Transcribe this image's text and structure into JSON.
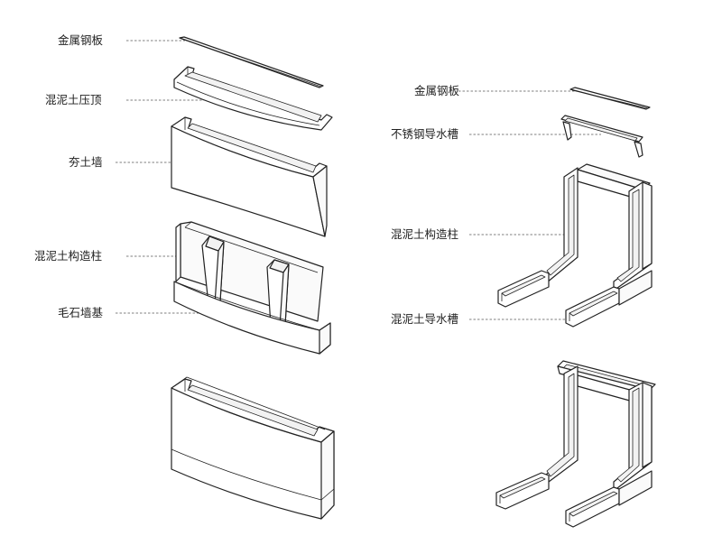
{
  "left_assembly": {
    "labels": {
      "metal_plate": "金属钢板",
      "concrete_coping": "混泥土压顶",
      "rammed_earth_wall": "夯土墙",
      "concrete_column": "混泥土构造柱",
      "rubble_foundation": "毛石墙基"
    }
  },
  "right_assembly": {
    "labels": {
      "metal_plate": "金属钢板",
      "steel_gutter": "不锈钢导水槽",
      "concrete_column": "混泥土构造柱",
      "concrete_gutter": "混泥土导水槽"
    }
  },
  "colors": {
    "line": "#222222",
    "fill": "#ffffff",
    "shade": "#f2f2f2",
    "face": "#fafafa"
  }
}
